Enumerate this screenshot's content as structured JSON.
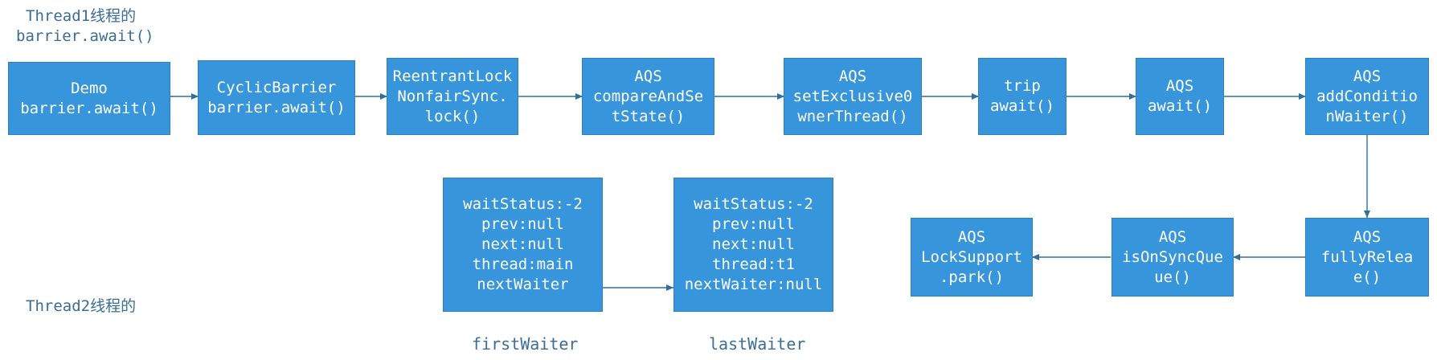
{
  "captions": {
    "thread1_line1": "Thread1线程的",
    "thread1_line2": "barrier.await()",
    "thread2": "Thread2线程的"
  },
  "flow": [
    {
      "id": "demo",
      "lines": [
        "Demo",
        "barrier.await()"
      ]
    },
    {
      "id": "cyclic",
      "lines": [
        "CyclicBarrier",
        "barrier.await()"
      ]
    },
    {
      "id": "reentrant",
      "lines": [
        "ReentrantLock",
        "NonfairSync.",
        "lock()"
      ]
    },
    {
      "id": "cas",
      "lines": [
        "AQS",
        "compareAndSe",
        "tState()"
      ]
    },
    {
      "id": "setowner",
      "lines": [
        "AQS",
        "setExclusive0",
        "wnerThread()"
      ]
    },
    {
      "id": "trip",
      "lines": [
        "trip",
        "await()"
      ]
    },
    {
      "id": "aqsawait",
      "lines": [
        "AQS",
        "await()"
      ]
    },
    {
      "id": "addcond",
      "lines": [
        "AQS",
        "addConditio",
        "nWaiter()"
      ]
    },
    {
      "id": "fullyrelease",
      "lines": [
        "AQS",
        "fullyRelea",
        "e()"
      ]
    },
    {
      "id": "issync",
      "lines": [
        "AQS",
        "isOnSyncQue",
        "ue()"
      ]
    },
    {
      "id": "park",
      "lines": [
        "AQS",
        "LockSupport",
        ".park()"
      ]
    }
  ],
  "nodes": [
    {
      "id": "first",
      "lines": [
        "waitStatus:-2",
        "prev:null",
        "next:null",
        "thread:main",
        "nextWaiter"
      ],
      "label": "firstWaiter"
    },
    {
      "id": "last",
      "lines": [
        "waitStatus:-2",
        "prev:null",
        "next:null",
        "thread:t1",
        "nextWaiter:null"
      ],
      "label": "lastWaiter"
    }
  ],
  "colors": {
    "box_fill": "#3796db",
    "box_text": "#ffffff",
    "arrow": "#2f6f9f",
    "caption": "#3a6e98"
  }
}
